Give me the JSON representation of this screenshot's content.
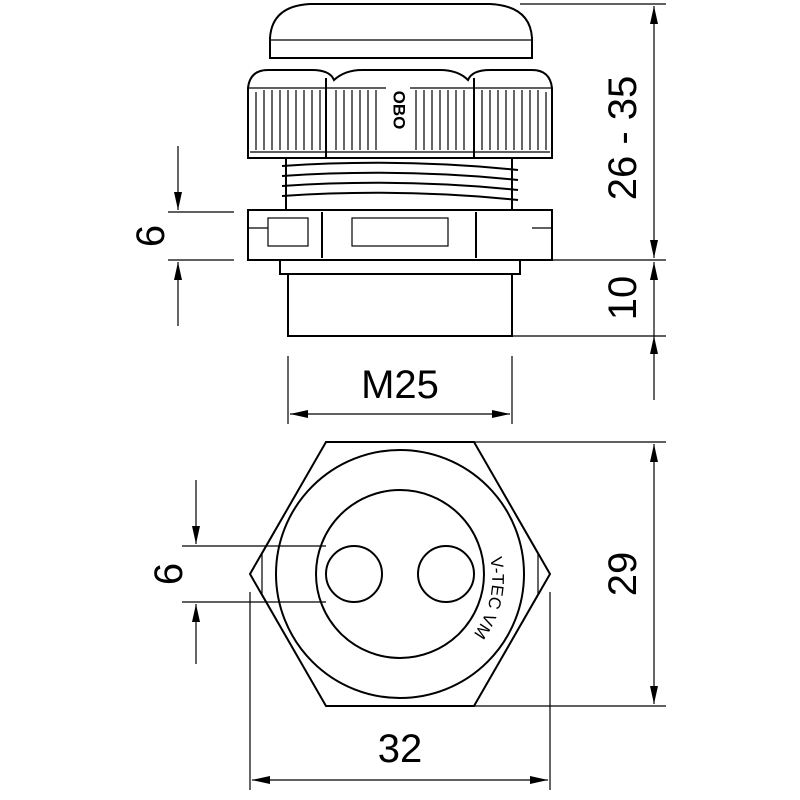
{
  "side_view": {
    "brand_mark": "OBO",
    "dims": {
      "overall_height": "26 - 35",
      "thread_length": "10",
      "flange_height": "6",
      "thread_size": "M25"
    }
  },
  "top_view": {
    "insert_marking": "V-TEC VM",
    "dims": {
      "across_flats": "29",
      "across_corners": "32",
      "hole_diameter": "6"
    }
  },
  "colors": {
    "line": "#000000",
    "background": "#ffffff"
  }
}
